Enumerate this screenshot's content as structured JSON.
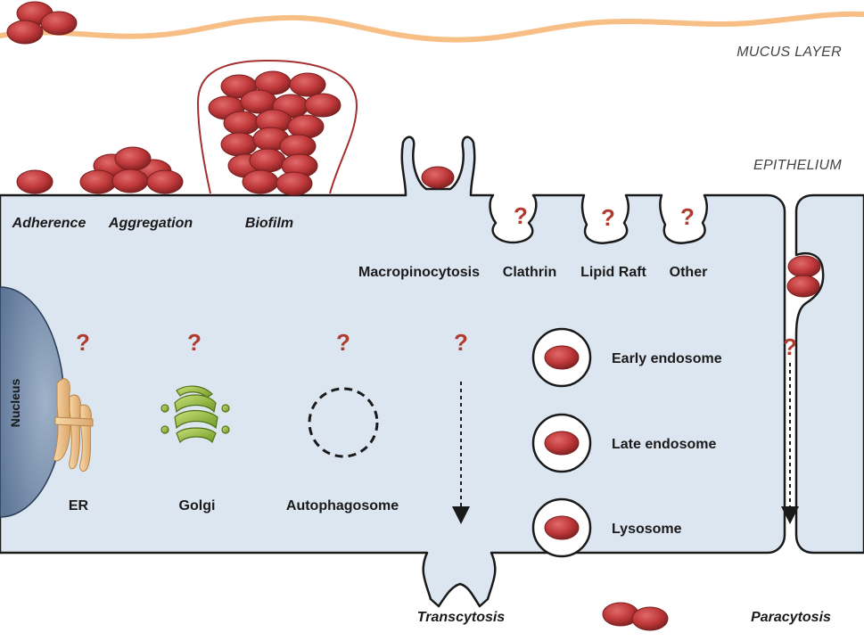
{
  "colors": {
    "cell": "#dce6f1",
    "outline": "#1a1a1a",
    "bacterium": "#c0393b",
    "bacterium_dark": "#7a1f1f",
    "mucus": "#f7be86",
    "question": "#b03a2e",
    "nucleus": "#7e95b2",
    "er": "#f0c38a",
    "golgi": "#8dbb3a",
    "biofilm_outline": "#a33030"
  },
  "layers": {
    "mucus": "MUCUS LAYER",
    "epithelium": "EPITHELIUM"
  },
  "surface_labels": {
    "adherence": "Adherence",
    "aggregation": "Aggregation",
    "biofilm": "Biofilm"
  },
  "entry_labels": {
    "macropinocytosis": "Macropinocytosis",
    "clathrin": "Clathrin",
    "lipid_raft": "Lipid Raft",
    "other": "Other"
  },
  "organelles": {
    "nucleus": "Nucleus",
    "er": "ER",
    "golgi": "Golgi",
    "autophagosome": "Autophagosome"
  },
  "endosomes": {
    "early": "Early endosome",
    "late": "Late endosome",
    "lysosome": "Lysosome"
  },
  "exit_labels": {
    "transcytosis": "Transcytosis",
    "paracytosis": "Paracytosis"
  },
  "question_mark": "?"
}
